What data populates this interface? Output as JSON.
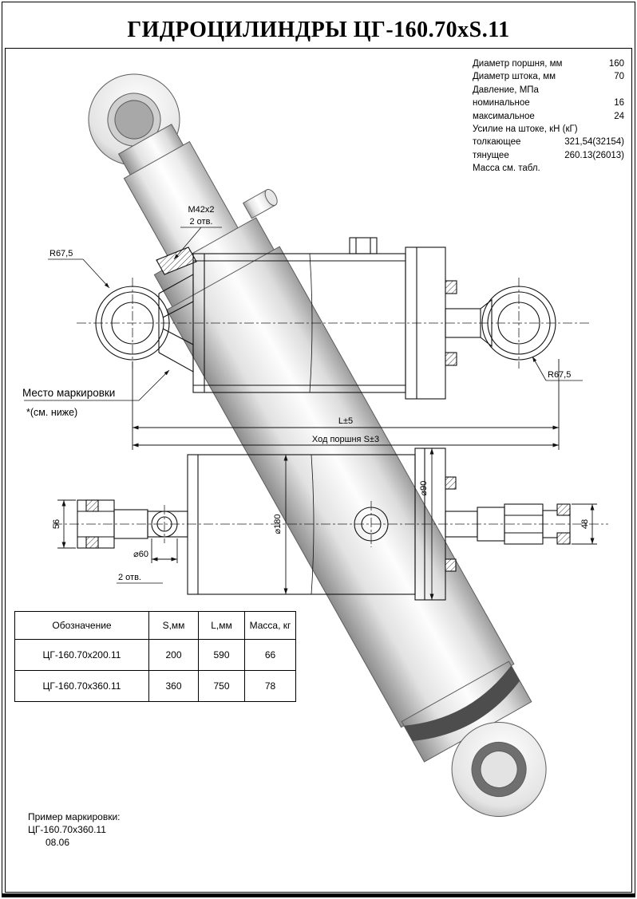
{
  "title": "ГИДРОЦИЛИНДРЫ ЦГ-160.70хS.11",
  "specs": {
    "lines": [
      {
        "label": "Диаметр поршня, мм",
        "value": "160"
      },
      {
        "label": "Диаметр штока, мм",
        "value": "70"
      },
      {
        "label": "Давление, МПа",
        "value": ""
      },
      {
        "label": "номинальное",
        "value": "16"
      },
      {
        "label": "максимальное",
        "value": "24"
      },
      {
        "label": "Усилие на штоке, кН (кГ)",
        "value": ""
      },
      {
        "label": "толкающее",
        "value": "321,54(32154)"
      },
      {
        "label": "тянущее",
        "value": "260.13(26013)"
      },
      {
        "label": "Масса см. табл.",
        "value": ""
      }
    ]
  },
  "drawing": {
    "labels": {
      "thread": "M42x2",
      "thread_holes": "2 отв.",
      "radius_left": "R67,5",
      "radius_right": "R67,5",
      "marking_place": "Место маркировки",
      "marking_note": "*(см. ниже)",
      "dim_length": "L±5",
      "dim_stroke": "Ход поршня S±3",
      "dim_56": "56",
      "dim_48": "48",
      "dim_d180": "⌀180",
      "dim_d90": "⌀90",
      "dim_d60": "⌀60",
      "d60_holes": "2 отв."
    }
  },
  "table": {
    "headers": [
      "Обозначение",
      "S,мм",
      "L,мм",
      "Масса, кг"
    ],
    "rows": [
      {
        "designation": "ЦГ-160.70х200.11",
        "s": "200",
        "l": "590",
        "mass": "66"
      },
      {
        "designation": "ЦГ-160.70х360.11",
        "s": "360",
        "l": "750",
        "mass": "78"
      }
    ]
  },
  "footer": {
    "line1": "Пример маркировки:",
    "line2": "ЦГ-160.70х360.11",
    "line3": "08.06"
  }
}
